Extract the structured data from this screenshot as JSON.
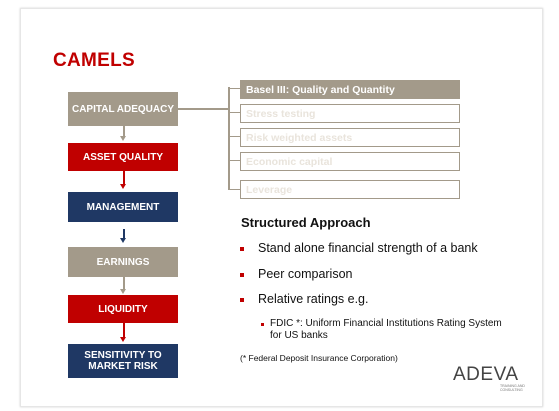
{
  "title": "CAMELS",
  "camels_boxes": [
    {
      "label": "CAPITAL ADEQUACY"
    },
    {
      "label": "ASSET QUALITY"
    },
    {
      "label": "MANAGEMENT"
    },
    {
      "label": "EARNINGS"
    },
    {
      "label": "LIQUIDITY"
    },
    {
      "label": "SENSITIVITY  TO MARKET RISK"
    }
  ],
  "capital_items": [
    "Basel III: Quality and Quantity",
    "Stress testing",
    "Risk weighted assets",
    "Economic capital",
    "Leverage"
  ],
  "approach": {
    "title": "Structured Approach",
    "bullets": [
      "Stand alone financial strength of a bank",
      "Peer comparison",
      "Relative ratings e.g."
    ],
    "sub_bullet": "FDIC *: Uniform Financial Institutions Rating System for US banks"
  },
  "footnote": "(* Federal Deposit Insurance Corporation)",
  "logo": {
    "name": "ADEVA",
    "tagline": "TRAINING AND CONSULTING"
  },
  "colors": {
    "taupe": "#a39a8a",
    "red": "#c00000",
    "navy": "#1f3864"
  }
}
